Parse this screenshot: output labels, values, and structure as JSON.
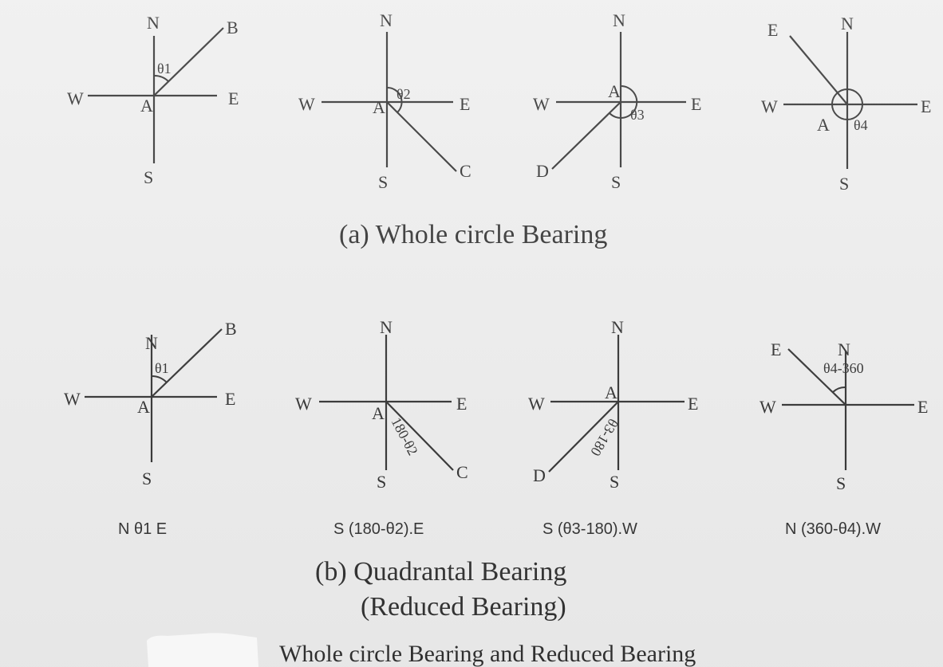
{
  "diagrams": [
    {
      "id": "a1",
      "center_label": "A",
      "point_label": "B",
      "directions": {
        "n": "N",
        "s": "S",
        "e": "E",
        "w": "W"
      },
      "angle_label": "θ1"
    },
    {
      "id": "a2",
      "center_label": "A",
      "point_label": "C",
      "directions": {
        "n": "N",
        "s": "S",
        "e": "E",
        "w": "W"
      },
      "angle_label": "θ2"
    },
    {
      "id": "a3",
      "center_label": "A",
      "point_label": "D",
      "directions": {
        "n": "N",
        "s": "S",
        "e": "E",
        "w": "W"
      },
      "angle_label": "θ3"
    },
    {
      "id": "a4",
      "center_label": "A",
      "point_label": "E",
      "directions": {
        "n": "N",
        "s": "S",
        "e": "E",
        "w": "W"
      },
      "angle_label": "θ4"
    },
    {
      "id": "b1",
      "center_label": "A",
      "point_label": "B",
      "directions": {
        "n": "N",
        "s": "S",
        "e": "E",
        "w": "W"
      },
      "angle_label": "θ1"
    },
    {
      "id": "b2",
      "center_label": "A",
      "point_label": "C",
      "directions": {
        "n": "N",
        "s": "S",
        "e": "E",
        "w": "W"
      },
      "angle_label": "180-θ2"
    },
    {
      "id": "b3",
      "center_label": "A",
      "point_label": "D",
      "directions": {
        "n": "N",
        "s": "S",
        "e": "E",
        "w": "W"
      },
      "angle_label": "θ3-180"
    },
    {
      "id": "b4",
      "center_label": "",
      "point_label": "E",
      "directions": {
        "n": "N",
        "s": "S",
        "e": "E",
        "w": "W"
      },
      "angle_label": "θ4-360"
    }
  ],
  "captions": {
    "whole_circle": "(a)  Whole circle Bearing",
    "quadrantal_line1": "(b) Quadrantal Bearing",
    "quadrantal_line2": "(Reduced Bearing)",
    "figure_title": "Whole circle Bearing and Reduced Bearing"
  },
  "formulas": [
    "N θ1 E",
    "S (180-θ2).E",
    "S (θ3-180).W",
    "N (360-θ4).W"
  ]
}
